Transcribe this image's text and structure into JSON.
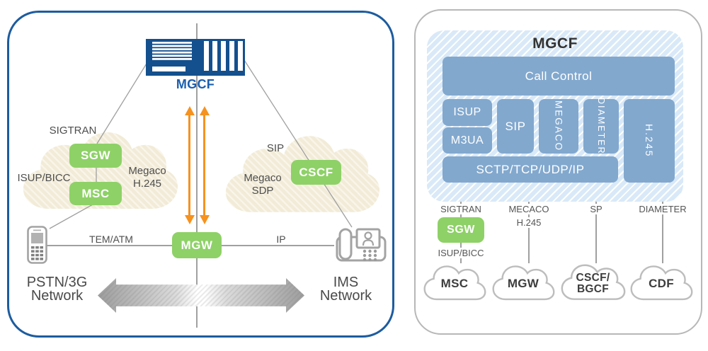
{
  "left_panel": {
    "server_label": "MGCF",
    "sigtran_cloud": {
      "title": "SIGTRAN",
      "sgw": "SGW",
      "msc": "MSC",
      "isup_bicc": "ISUP/BICC",
      "megaco_line1": "Megaco",
      "megaco_line2": "H.245"
    },
    "sip_cloud": {
      "title": "SIP",
      "cscf": "CSCF",
      "megaco_line1": "Megaco",
      "megaco_line2": "SDP"
    },
    "mgw": "MGW",
    "link_left": "TEM/ATM",
    "link_right": "IP",
    "network_left_line1": "PSTN/3G",
    "network_left_line2": "Network",
    "network_right_line1": "IMS",
    "network_right_line2": "Network"
  },
  "right_panel": {
    "title": "MGCF",
    "stack": {
      "call_control": "Call Control",
      "isup": "ISUP",
      "m3ua": "M3UA",
      "sip": "SIP",
      "megaco": "MEGACO",
      "diameter": "DIAMETER",
      "h245": "H.245",
      "transport": "SCTP/TCP/UDP/IP"
    },
    "columns": [
      {
        "protocol": "SIGTRAN",
        "protocol_line2": "",
        "node": "SGW",
        "interface": "ISUP/BICC",
        "cloud_line1": "MSC",
        "cloud_line2": ""
      },
      {
        "protocol": "MECACO",
        "protocol_line2": "H.245",
        "cloud_line1": "MGW",
        "cloud_line2": ""
      },
      {
        "protocol": "SP",
        "protocol_line2": "",
        "cloud_line1": "CSCF/",
        "cloud_line2": "BGCF"
      },
      {
        "protocol": "DIAMETER",
        "protocol_line2": "",
        "cloud_line1": "CDF",
        "cloud_line2": ""
      }
    ]
  },
  "colors": {
    "panel_border_blue": "#1d5c9f",
    "panel_border_gray": "#b7b7b7",
    "server_navy": "#14508e",
    "mgcf_text_blue": "#1b5fae",
    "node_green": "#8ed167",
    "stack_blue": "#82a8ce",
    "hatch_blue": "#d9e9f8",
    "cloud_beige": "#f1ebd7",
    "arrow_orange": "#f6921e",
    "line_gray": "#9f9f9f",
    "label_gray": "#4e4e4e"
  }
}
